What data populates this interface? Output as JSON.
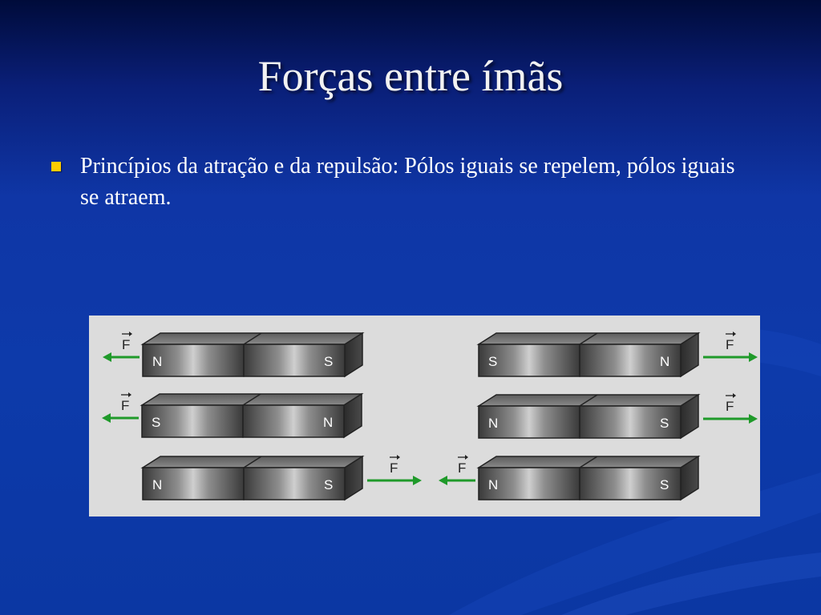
{
  "slide": {
    "title": "Forças entre ímãs",
    "bullets": [
      "Princípios da atração e da repulsão: Pólos iguais se repelem, pólos iguais se atraem."
    ]
  },
  "figure": {
    "force_label": "F",
    "magnets": [
      {
        "left_pole": "N",
        "right_pole": "S",
        "arrow": "left"
      },
      {
        "left_pole": "S",
        "right_pole": "N",
        "arrow": "left"
      },
      {
        "left_pole": "N",
        "right_pole": "S",
        "arrow": "right"
      },
      {
        "left_pole": "S",
        "right_pole": "N",
        "arrow": "right"
      },
      {
        "left_pole": "N",
        "right_pole": "S",
        "arrow": "right"
      },
      {
        "left_pole": "N",
        "right_pole": "S",
        "arrow": "left"
      }
    ],
    "colors": {
      "arrow": "#1f9a2a",
      "magnet_face_dark": "#3a3a3a",
      "magnet_face_light": "#cfcfcf",
      "panel_background": "#dcdcdc"
    }
  }
}
